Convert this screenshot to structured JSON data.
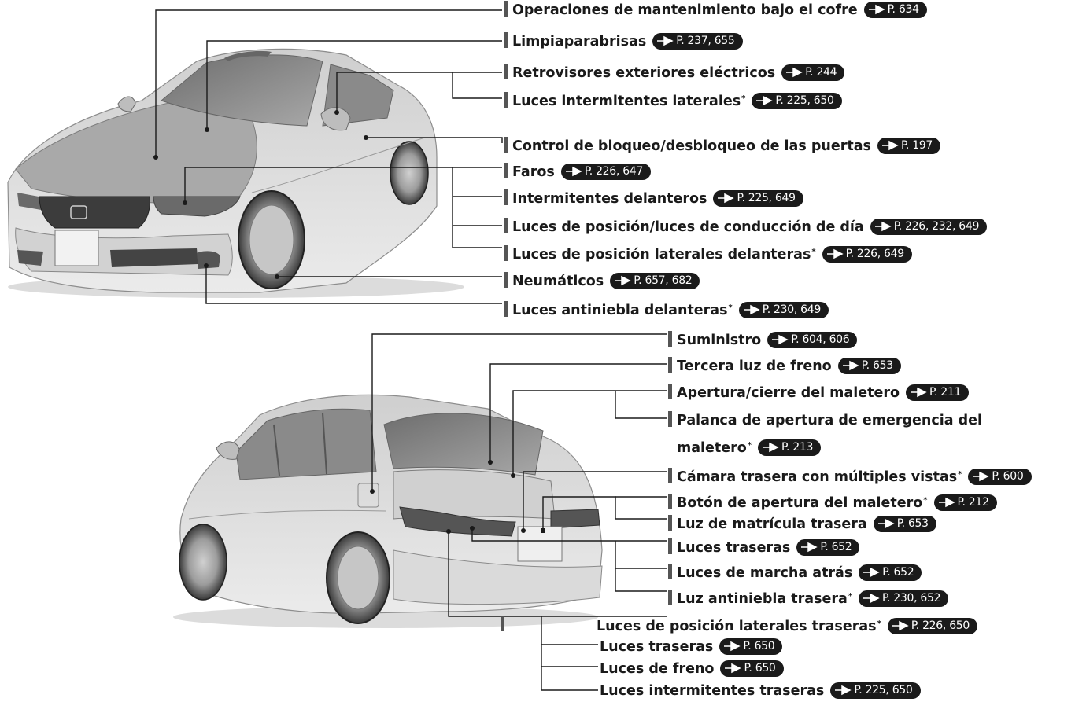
{
  "labels_top": [
    {
      "id": "operaciones",
      "text": "Operaciones de mantenimiento bajo el cofre",
      "star": false,
      "page": "P. 634"
    },
    {
      "id": "limpia",
      "text": "Limpiaparabrisas",
      "star": false,
      "page": "P. 237, 655"
    },
    {
      "id": "retrovisores",
      "text": "Retrovisores exteriores eléctricos",
      "star": false,
      "page": "P. 244"
    },
    {
      "id": "intermitentes-lat",
      "text": "Luces intermitentes laterales",
      "star": true,
      "page": "P. 225, 650"
    },
    {
      "id": "control-bloqueo",
      "text": "Control de bloqueo/desbloqueo de las puertas",
      "star": false,
      "page": "P. 197"
    },
    {
      "id": "faros",
      "text": "Faros",
      "star": false,
      "page": "P. 226, 647"
    },
    {
      "id": "intermitentes-del",
      "text": "Intermitentes delanteros",
      "star": false,
      "page": "P. 225, 649"
    },
    {
      "id": "posicion-dia",
      "text": "Luces de posición/luces de conducción de día",
      "star": false,
      "page": "P. 226, 232, 649"
    },
    {
      "id": "posicion-lat-del",
      "text": "Luces de posición laterales delanteras",
      "star": true,
      "page": "P. 226, 649"
    },
    {
      "id": "neumaticos",
      "text": "Neumáticos",
      "star": false,
      "page": "P. 657, 682"
    },
    {
      "id": "antiniebla-del",
      "text": "Luces antiniebla delanteras",
      "star": true,
      "page": "P. 230, 649"
    }
  ],
  "labels_bottom": [
    {
      "id": "suministro",
      "text": "Suministro",
      "star": false,
      "page": "P. 604, 606"
    },
    {
      "id": "tercera-luz",
      "text": "Tercera luz de freno",
      "star": false,
      "page": "P. 653"
    },
    {
      "id": "apertura-maletero",
      "text": "Apertura/cierre del maletero",
      "star": false,
      "page": "P. 211"
    },
    {
      "id": "palanca-emergencia",
      "text": "Palanca de apertura de emergencia del",
      "star": false,
      "page": ""
    },
    {
      "id": "palanca-emergencia-2",
      "text": "maletero",
      "star": true,
      "page": "P. 213"
    },
    {
      "id": "camara",
      "text": "Cámara trasera con múltiples vistas",
      "star": true,
      "page": "P. 600"
    },
    {
      "id": "boton-maletero",
      "text": "Botón de apertura del maletero",
      "star": true,
      "page": "P. 212"
    },
    {
      "id": "luz-matricula",
      "text": "Luz de matrícula trasera",
      "star": false,
      "page": "P. 653"
    },
    {
      "id": "luces-traseras-1",
      "text": "Luces traseras",
      "star": false,
      "page": "P. 652"
    },
    {
      "id": "marcha-atras",
      "text": "Luces de marcha atrás",
      "star": false,
      "page": "P. 652"
    },
    {
      "id": "antiniebla-tras",
      "text": "Luz antiniebla trasera",
      "star": true,
      "page": "P. 230, 652"
    },
    {
      "id": "posicion-lat-tras",
      "text": "Luces de posición laterales traseras",
      "star": true,
      "page": "P. 226, 650"
    },
    {
      "id": "luces-traseras-2",
      "text": "Luces traseras",
      "star": false,
      "page": "P. 650"
    },
    {
      "id": "luces-freno",
      "text": "Luces de freno",
      "star": false,
      "page": "P. 650"
    },
    {
      "id": "intermitentes-tras",
      "text": "Luces intermitentes traseras",
      "star": false,
      "page": "P. 225, 650"
    }
  ],
  "colors": {
    "ink": "#1a1a1a",
    "pill_bg": "#1a1a1a",
    "pill_text": "#ffffff",
    "tick": "#555555",
    "car_body": "#d7d7d7",
    "car_shadow": "#9a9a9a"
  },
  "icons": {
    "page_ref": "right-arrow-icon"
  }
}
